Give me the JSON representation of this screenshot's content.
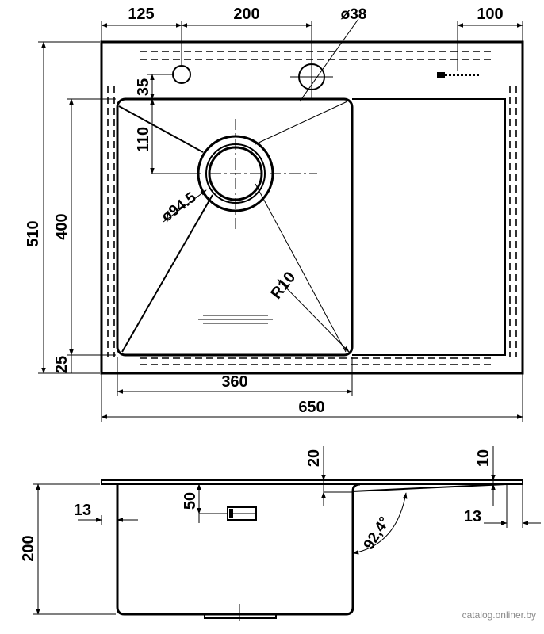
{
  "top_view": {
    "dims": {
      "width_625": "125",
      "width_200": "200",
      "hole_diameter": "ø38",
      "width_100": "100",
      "offset_35": "35",
      "offset_110": "110",
      "drain_diameter": "ø94.5",
      "height_510": "510",
      "height_400": "400",
      "radius": "R10",
      "offset_25": "25",
      "bowl_width": "360",
      "total_width": "650"
    }
  },
  "side_view": {
    "dims": {
      "thickness_20": "20",
      "thickness_10": "10",
      "wall_13_left": "13",
      "overflow_50": "50",
      "flange_13_right": "13",
      "angle": "92,4°",
      "depth_200": "200"
    }
  },
  "watermark": "catalog.onliner.by"
}
